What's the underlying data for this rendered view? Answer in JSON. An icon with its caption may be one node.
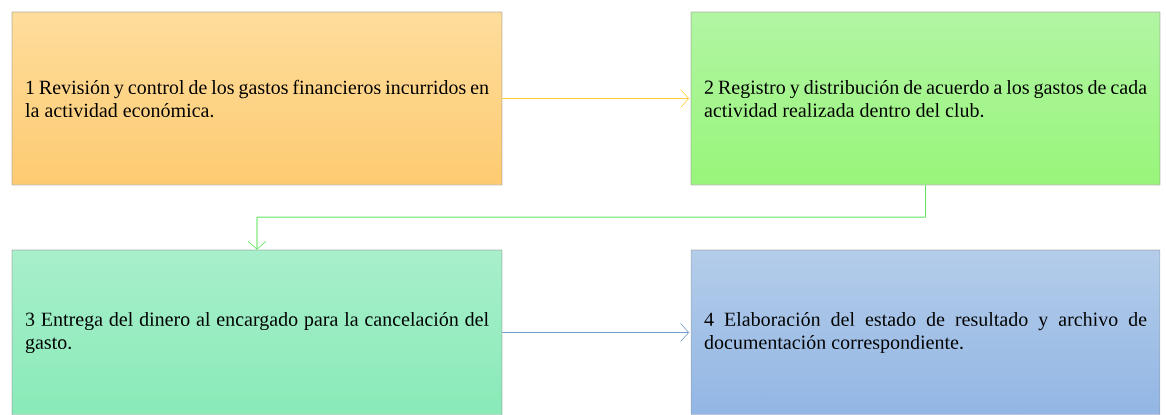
{
  "diagram": {
    "nodes": [
      {
        "text": [
          "1 Revisión y control de los gastos financieros incurridos en la actividad económica."
        ]
      },
      {
        "text": [
          "2 Registro y distribución de acuerdo a los gastos de cada actividad realizada dentro del club."
        ]
      },
      {
        "text": [
          "3 Entrega del dinero al encargado para la cancelación del gasto."
        ]
      },
      {
        "text": [
          "4 Elaboración del estado de resultado y archivo de documentación correspondiente."
        ]
      }
    ],
    "edges": [
      {
        "from": 0,
        "to": 1,
        "arrow": "to",
        "color": "#ffc000"
      },
      {
        "from": 1,
        "to": 2,
        "arrow": "to",
        "color": "#33dd33"
      },
      {
        "from": 2,
        "to": 3,
        "arrow": "to",
        "color": "#4f81bd"
      }
    ]
  }
}
